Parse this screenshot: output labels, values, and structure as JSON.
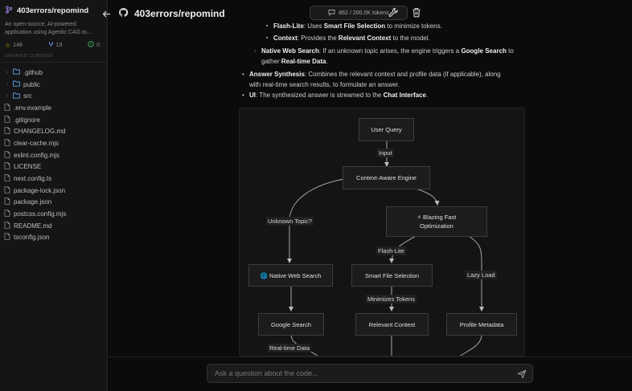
{
  "sidebar": {
    "repo_name": "403errors/repomind",
    "description": "An open-source, AI-powered application using Agentic CAG to…",
    "stars": "148",
    "forks": "19",
    "issues": "0",
    "updated": "UPDATED 11/30/2025",
    "tree": [
      {
        "name": ".github",
        "type": "dir"
      },
      {
        "name": "public",
        "type": "dir"
      },
      {
        "name": "src",
        "type": "dir"
      },
      {
        "name": ".env.example",
        "type": "file"
      },
      {
        "name": ".gitignore",
        "type": "file"
      },
      {
        "name": "CHANGELOG.md",
        "type": "file"
      },
      {
        "name": "clear-cache.mjs",
        "type": "file"
      },
      {
        "name": "eslint.config.mjs",
        "type": "file"
      },
      {
        "name": "LICENSE",
        "type": "file"
      },
      {
        "name": "next.config.ts",
        "type": "file"
      },
      {
        "name": "package-lock.json",
        "type": "file"
      },
      {
        "name": "package.json",
        "type": "file"
      },
      {
        "name": "postcss.config.mjs",
        "type": "file"
      },
      {
        "name": "README.md",
        "type": "file"
      },
      {
        "name": "tsconfig.json",
        "type": "file"
      }
    ]
  },
  "header": {
    "title": "403errors/repomind",
    "tokens": "862 / 200.0K tokens"
  },
  "chat": {
    "l1_pre": "Flash-Lite",
    "l1_mid": ": Uses ",
    "l1_b": "Smart File Selection",
    "l1_post": " to minimize tokens.",
    "l2_b1": "Context",
    "l2_mid": ": Provides the ",
    "l2_b2": "Relevant Context",
    "l2_post": " to the model.",
    "l3_b1": "Native Web Search",
    "l3_mid": ": If an unknown topic arises, the engine triggers a ",
    "l3_b2": "Google Search",
    "l3_post": " to",
    "l4_pre": "gather ",
    "l4_b": "Real-time Data",
    "l4_post": ".",
    "l5_b": "Answer Synthesis",
    "l5_post": ": Combines the relevant context and profile data (if applicable), along",
    "l6": "with real-time search results, to formulate an answer.",
    "l7_b1": "UI",
    "l7_mid": ": The synthesized answer is streamed to the ",
    "l7_b2": "Chat Interface",
    "l7_post": "."
  },
  "diagram": {
    "nodes": {
      "user_query": "User Query",
      "engine": "Context-Aware Engine",
      "optimization_1": "⚡ Blazing Fast",
      "optimization_2": "Optimization",
      "web_search": "🌐 Native Web Search",
      "smart_file": "Smart File Selection",
      "google": "Google Search",
      "relevant": "Relevant Context",
      "profile": "Profile Metadata"
    },
    "edges": {
      "input": "Input",
      "unknown": "Unknown Topic?",
      "flash": "Flash-Lite",
      "lazy": "Lazy Load",
      "minimizes": "Minimizes Tokens",
      "realtime": "Real-time Data"
    }
  },
  "input": {
    "placeholder": "Ask a question about the code..."
  },
  "icons": {
    "repo": "repo-icon",
    "star": "star-icon",
    "fork": "fork-icon",
    "issue": "issue-icon",
    "folder": "folder-icon",
    "file": "file-icon",
    "back": "arrow-left-icon",
    "github": "github-icon",
    "chat": "chat-bubble-icon",
    "wrench": "wrench-icon",
    "trash": "trash-icon",
    "send": "send-icon"
  }
}
